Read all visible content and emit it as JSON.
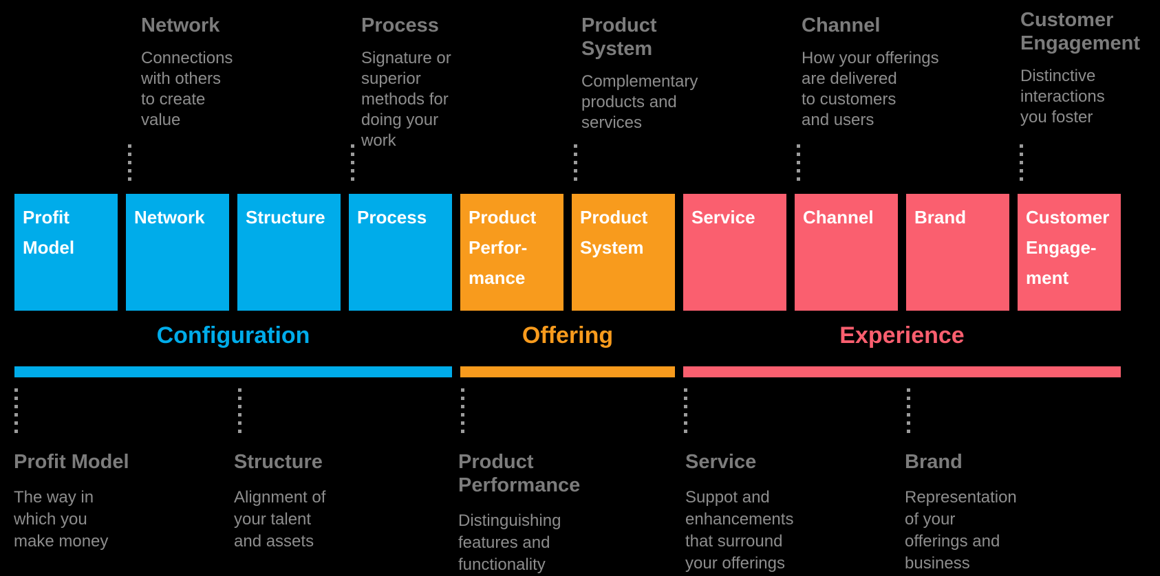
{
  "colors": {
    "configuration": "#00ACEA",
    "offering": "#F89B1D",
    "experience": "#FA5F6F",
    "annotation_title": "#7C7C7C",
    "annotation_body": "#8D8D8D",
    "dotted": "#9B9B9B",
    "box_text": "#FFFFFF",
    "background": "#000000"
  },
  "top_annotations": [
    {
      "title": "Network",
      "desc": "Connections\nwith others\nto create\nvalue"
    },
    {
      "title": "Process",
      "desc": "Signature or\nsuperior\nmethods for\ndoing your\nwork"
    },
    {
      "title": "Product\nSystem",
      "desc": "Complementary\nproducts and\nservices"
    },
    {
      "title": "Channel",
      "desc": "How your offerings\nare delivered\nto customers\nand users"
    },
    {
      "title": "Customer\nEngagement",
      "desc": "Distinctive\ninteractions\nyou foster"
    }
  ],
  "boxes": [
    {
      "label": "Profit\nModel",
      "group": "Configuration"
    },
    {
      "label": "Network",
      "group": "Configuration"
    },
    {
      "label": "Structure",
      "group": "Configuration"
    },
    {
      "label": "Process",
      "group": "Configuration"
    },
    {
      "label": "Product\nPerfor-\nmance",
      "group": "Offering"
    },
    {
      "label": "Product\nSystem",
      "group": "Offering"
    },
    {
      "label": "Service",
      "group": "Experience"
    },
    {
      "label": "Channel",
      "group": "Experience"
    },
    {
      "label": "Brand",
      "group": "Experience"
    },
    {
      "label": "Customer\nEngage-\nment",
      "group": "Experience"
    }
  ],
  "categories": [
    {
      "label": "Configuration"
    },
    {
      "label": "Offering"
    },
    {
      "label": "Experience"
    }
  ],
  "bottom_annotations": [
    {
      "title": "Profit Model",
      "desc": "The way in\nwhich you\nmake money"
    },
    {
      "title": "Structure",
      "desc": "Alignment of\nyour talent\nand assets"
    },
    {
      "title": "Product\nPerformance",
      "desc": "Distinguishing\nfeatures and\nfunctionality"
    },
    {
      "title": "Service",
      "desc": "Suppot and\nenhancements\nthat surround\nyour offerings"
    },
    {
      "title": "Brand",
      "desc": "Representation\nof your\nofferings and\nbusiness"
    }
  ]
}
